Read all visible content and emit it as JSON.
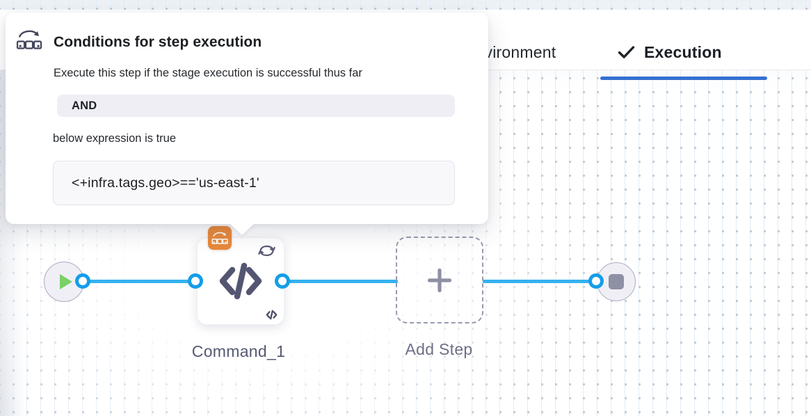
{
  "tabs": {
    "items": [
      {
        "label": "Environment",
        "active": false
      },
      {
        "label": "Execution",
        "active": true,
        "icon": "check-icon"
      }
    ],
    "active_indicator_color": "#3570D1"
  },
  "popover": {
    "icon": "conditional-execution-icon",
    "title": "Conditions for step execution",
    "description": "Execute this step if the stage execution is successful thus far",
    "operator": "AND",
    "subtext": "below expression is true",
    "expression": "<+infra.tags.geo>=='us-east-1'"
  },
  "pipeline": {
    "start_node": {
      "icon": "play-icon"
    },
    "steps": [
      {
        "label": "Command_1",
        "type": "command",
        "icons": [
          "code-icon",
          "loop-icon",
          "conditional-execution-badge"
        ]
      },
      {
        "label": "Add Step",
        "type": "add-step",
        "icons": [
          "plus-icon"
        ]
      }
    ],
    "end_node": {
      "icon": "stop-icon"
    }
  },
  "colors": {
    "connector_blue": "#35B2EF",
    "port_blue": "#149DE9",
    "tab_indicator_blue": "#3570D1",
    "badge_orange": "#E8883B",
    "node_slate": "#545671",
    "play_green": "#79D168",
    "node_fill": "#F0EFF6"
  }
}
